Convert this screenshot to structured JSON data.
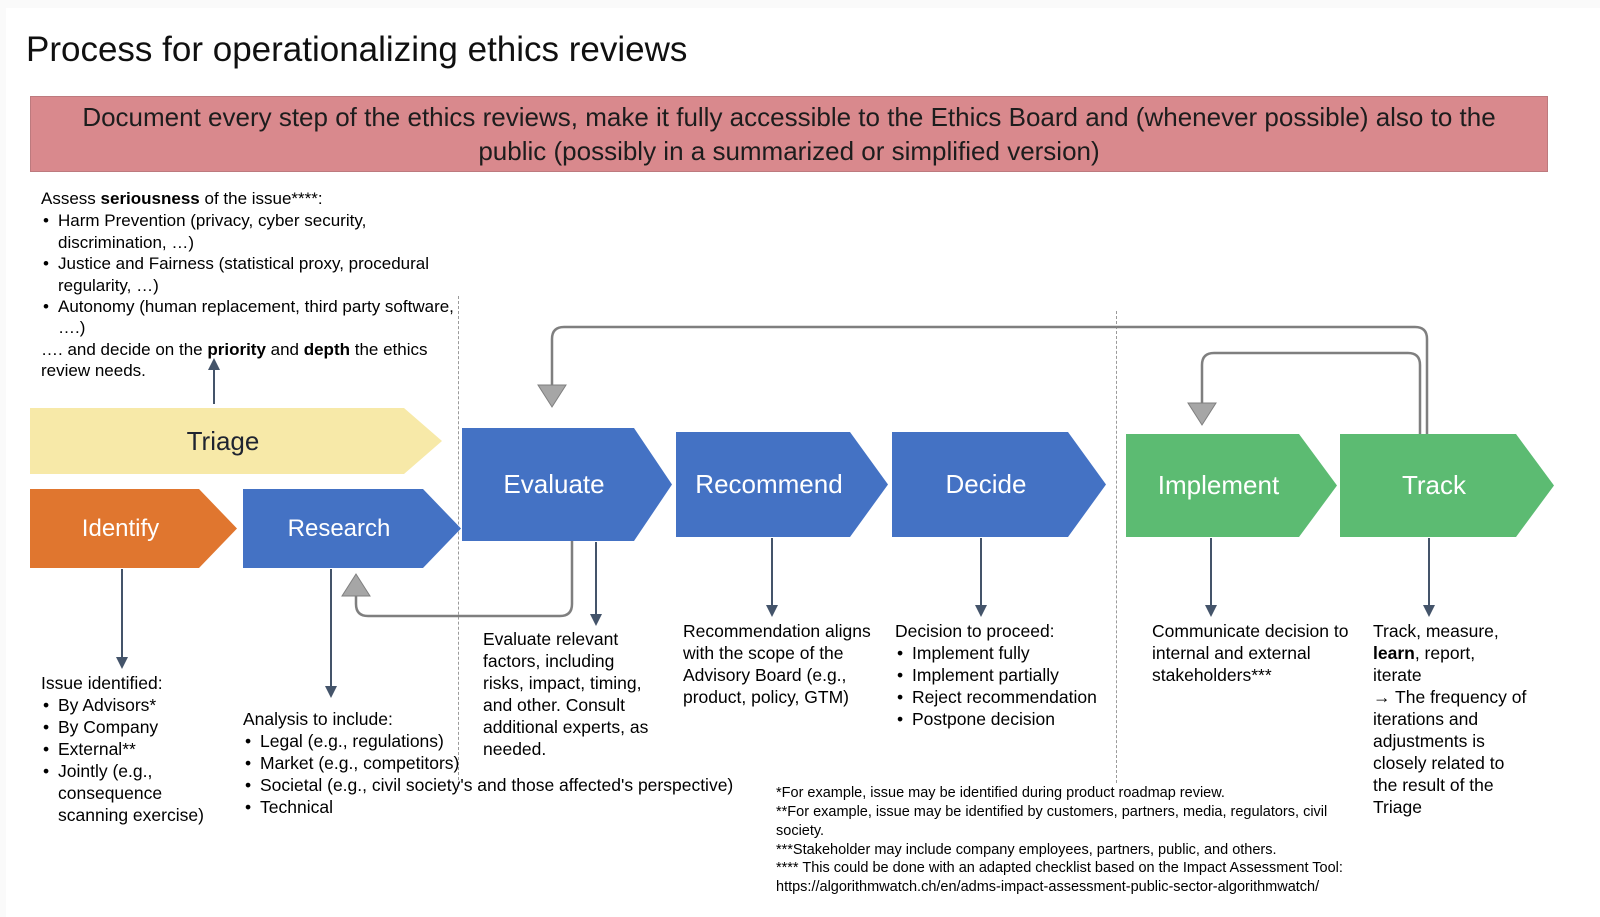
{
  "title": "Process for operationalizing ethics reviews",
  "banner": {
    "text": "Document every step of the ethics reviews, make it fully accessible to the Ethics Board and (whenever possible) also to the public (possibly in a summarized or simplified version)"
  },
  "triage_note": {
    "intro": {
      "pre": "Assess ",
      "bold": "seriousness",
      "post": " of the issue****:"
    },
    "bullets": [
      "Harm Prevention (privacy, cyber security, discrimination, …)",
      "Justice and Fairness (statistical proxy, procedural regularity, …)",
      "Autonomy (human replacement, third party software, ….)"
    ],
    "outro": {
      "p1": "…. and decide on the ",
      "b1": "priority",
      "p2": " and ",
      "b2": "depth",
      "p3": " the ethics review needs."
    }
  },
  "steps": {
    "triage": "Triage",
    "identify": "Identify",
    "research": "Research",
    "evaluate": "Evaluate",
    "recommend": "Recommend",
    "decide": "Decide",
    "implement": "Implement",
    "track": "Track"
  },
  "annotations": {
    "identify": {
      "heading": "Issue identified:",
      "bullets": [
        "By Advisors*",
        "By Company",
        "External**",
        "Jointly (e.g., consequence scanning exercise)"
      ]
    },
    "research": {
      "heading": "Analysis to include:",
      "bullets": [
        "Legal (e.g., regulations)",
        "Market (e.g., competitors)",
        "Societal (e.g., civil society's and those affected's perspective)",
        "Technical"
      ]
    },
    "evaluate": {
      "text": "Evaluate relevant factors, including risks, impact, timing, and other. Consult additional experts, as needed."
    },
    "recommend": {
      "text": "Recommendation aligns with the scope of the Advisory Board (e.g., product, policy, GTM)"
    },
    "decide": {
      "heading": "Decision to proceed:",
      "bullets": [
        "Implement fully",
        "Implement partially",
        "Reject recommendation",
        "Postpone decision"
      ]
    },
    "implement": {
      "text": "Communicate decision to internal and external stakeholders***"
    },
    "track": {
      "p1": "Track, measure, ",
      "b1": "learn",
      "p2": ", report, iterate",
      "p3": "→ The frequency of iterations and adjustments is closely related to the result of the Triage"
    }
  },
  "footnotes": [
    "*For example, issue may be identified during product roadmap review.",
    "**For example, issue may be identified by customers, partners, media, regulators, civil society.",
    "***Stakeholder may include company employees, partners, public, and others.",
    "**** This could be done with an adapted checklist based on the Impact Assessment Tool: https://algorithmwatch.ch/en/adms-impact-assessment-public-sector-algorithmwatch/"
  ],
  "colors": {
    "banner_bg": "#d9898d",
    "triage": "#f7e9a8",
    "identify": "#e0762f",
    "blue": "#4472c4",
    "green": "#5cbb72",
    "connector_gray": "#7f7f7f",
    "arrow_dark": "#44546a"
  }
}
